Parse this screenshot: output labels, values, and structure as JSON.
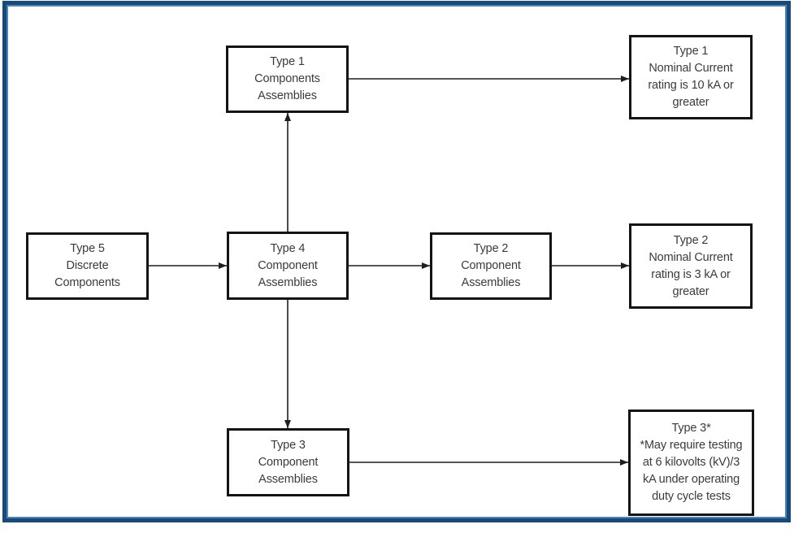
{
  "colors": {
    "frame_outer": "#164A7D",
    "frame_inner_line": "#4C86B4",
    "node_border": "#141414",
    "text": "#3B3B3B",
    "connector": "#1F1F1F",
    "background": "#FFFFFF"
  },
  "nodes": {
    "type1_assemblies": {
      "lines": [
        "Type 1",
        "Components",
        "Assemblies"
      ]
    },
    "type1_nominal": {
      "lines": [
        "Type 1",
        "Nominal Current",
        "rating is 10 kA or",
        "greater"
      ]
    },
    "type5_discrete": {
      "lines": [
        "Type 5",
        "Discrete",
        "Components"
      ]
    },
    "type4_assemblies": {
      "lines": [
        "Type 4",
        "Component",
        "Assemblies"
      ]
    },
    "type2_assemblies": {
      "lines": [
        "Type 2",
        "Component",
        "Assemblies"
      ]
    },
    "type2_nominal": {
      "lines": [
        "Type 2",
        "Nominal Current",
        "rating is 3 kA or",
        "greater"
      ]
    },
    "type3_assemblies": {
      "lines": [
        "Type 3",
        "Component",
        "Assemblies"
      ]
    },
    "type3_note": {
      "lines": [
        "Type 3*",
        "*May require testing",
        "at 6 kilovolts (kV)/3",
        "kA under operating",
        "duty cycle tests"
      ]
    }
  },
  "edges": [
    {
      "from": "type5_discrete",
      "to": "type4_assemblies",
      "direction": "right"
    },
    {
      "from": "type4_assemblies",
      "to": "type1_assemblies",
      "direction": "up"
    },
    {
      "from": "type4_assemblies",
      "to": "type2_assemblies",
      "direction": "right"
    },
    {
      "from": "type4_assemblies",
      "to": "type3_assemblies",
      "direction": "down"
    },
    {
      "from": "type1_assemblies",
      "to": "type1_nominal",
      "direction": "right"
    },
    {
      "from": "type2_assemblies",
      "to": "type2_nominal",
      "direction": "right"
    },
    {
      "from": "type3_assemblies",
      "to": "type3_note",
      "direction": "right"
    }
  ]
}
